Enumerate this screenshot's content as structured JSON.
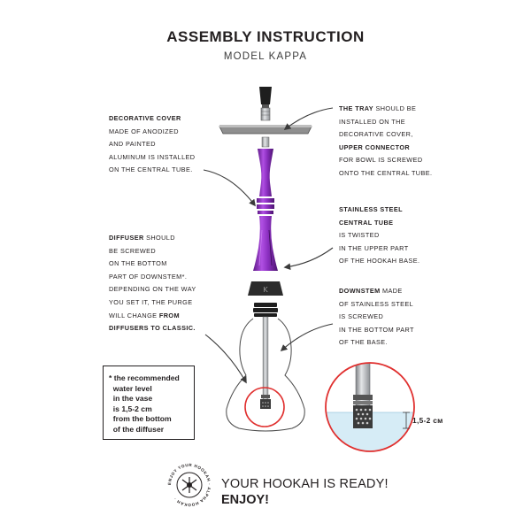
{
  "header": {
    "title": "ASSEMBLY INSTRUCTION",
    "subtitle": "MODEL KAPPA"
  },
  "notes": {
    "decorative_cover": {
      "lines": [
        {
          "bold": "DECORATIVE COVER",
          "rest": ""
        },
        {
          "bold": "",
          "rest": "MADE OF ANODIZED"
        },
        {
          "bold": "",
          "rest": "AND PAINTED"
        },
        {
          "bold": "",
          "rest": "ALUMINUM IS INSTALLED"
        },
        {
          "bold": "",
          "rest": "ON THE CENTRAL TUBE."
        }
      ]
    },
    "tray": {
      "lines": [
        {
          "bold": "THE TRAY",
          "rest": " SHOULD BE"
        },
        {
          "bold": "",
          "rest": "INSTALLED ON THE"
        },
        {
          "bold": "",
          "rest": "DECORATIVE COVER,"
        },
        {
          "bold": "UPPER CONNECTOR",
          "rest": ""
        },
        {
          "bold": "",
          "rest": "FOR BOWL IS SCREWED"
        },
        {
          "bold": "",
          "rest": "ONTO THE CENTRAL TUBE."
        }
      ]
    },
    "central_tube": {
      "lines": [
        {
          "bold": "STAINLESS STEEL",
          "rest": ""
        },
        {
          "bold": "CENTRAL TUBE",
          "rest": ""
        },
        {
          "bold": "",
          "rest": "IS TWISTED"
        },
        {
          "bold": "",
          "rest": "IN THE UPPER PART"
        },
        {
          "bold": "",
          "rest": "OF THE HOOKAH BASE."
        }
      ]
    },
    "diffuser": {
      "lines": [
        {
          "bold": "DIFFUSER",
          "rest": " SHOULD"
        },
        {
          "bold": "",
          "rest": "BE SCREWED"
        },
        {
          "bold": "",
          "rest": "ON THE BOTTOM"
        },
        {
          "bold": "",
          "rest": "PART OF DOWNSTEM*."
        },
        {
          "bold": "",
          "rest": "DEPENDING ON THE WAY"
        },
        {
          "bold": "",
          "rest": "YOU SET IT, THE PURGE"
        },
        {
          "bold": "",
          "rest": "WILL CHANGE ",
          "bold2": "FROM"
        },
        {
          "bold": "DIFFUSERS TO CLASSIC.",
          "rest": ""
        }
      ]
    },
    "downstem": {
      "lines": [
        {
          "bold": "DOWNSTEM",
          "rest": " MADE"
        },
        {
          "bold": "",
          "rest": "OF STAINLESS STEEL"
        },
        {
          "bold": "",
          "rest": "IS SCREWED"
        },
        {
          "bold": "",
          "rest": "IN THE BOTTOM PART"
        },
        {
          "bold": "",
          "rest": "OF THE BASE."
        }
      ]
    }
  },
  "water_note": "* the recommended\n  water level\n  in the vase\n  is 1,5-2 cm\n  from the bottom\n  of the diffuser",
  "measurement": "1,5-2 см",
  "logo": {
    "ring_text": "ENJOY YOUR HOOKAH · ALPHA HOOKAH ·"
  },
  "footer": {
    "ready": "YOUR HOOKAH IS READY!",
    "enjoy": "ENJOY!"
  },
  "colors": {
    "purple": "#8b2fc0",
    "purple_dark": "#5f1a88",
    "steel": "#b9bcc0",
    "dark": "#3a3a3a",
    "red_circle": "#e0302f",
    "water": "#d6ecf6"
  }
}
